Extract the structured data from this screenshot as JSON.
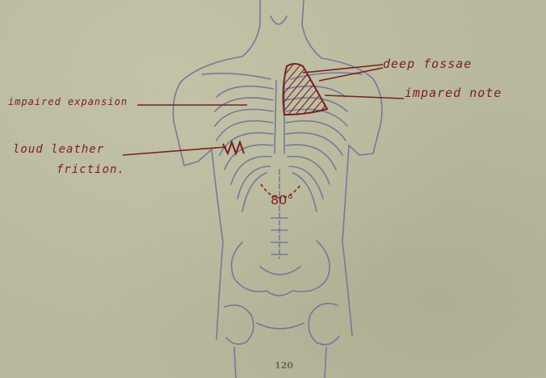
{
  "labels": {
    "deep_fossae": "deep fossae",
    "impaired_note": "impared note",
    "impaired_expansion": "impaired expansion",
    "loud_leather_line1": "loud leather",
    "loud_leather_line2": "friction."
  },
  "angle_label": "80°",
  "page_number": "120",
  "colors": {
    "ink": "#7a1f1e",
    "outline": "#77789a",
    "paper": "#b9b99d"
  }
}
